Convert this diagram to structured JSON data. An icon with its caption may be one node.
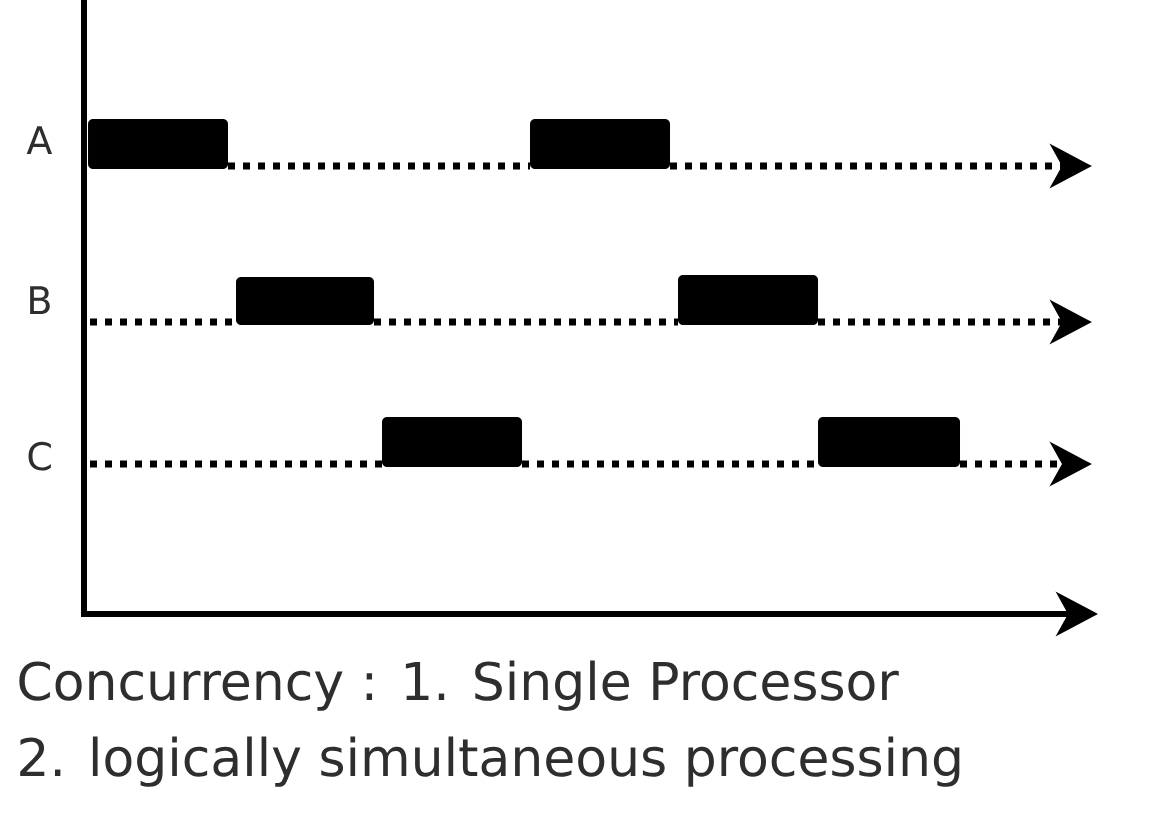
{
  "diagram": {
    "nodes": [
      {
        "text": [],
        "shape": "bar"
      },
      {
        "text": [],
        "shape": "bar"
      },
      {
        "text": [],
        "shape": "bar"
      },
      {
        "text": [],
        "shape": "bar"
      },
      {
        "text": [],
        "shape": "bar"
      },
      {
        "text": [],
        "shape": "bar"
      }
    ],
    "edges": [
      {
        "from": 0,
        "to": 1,
        "arrow": "none",
        "style": "dashed"
      },
      {
        "from": 1,
        "to": null,
        "arrow": "to",
        "style": "dashed"
      },
      {
        "from": null,
        "to": 2,
        "arrow": "none",
        "style": "dashed"
      },
      {
        "from": 2,
        "to": 3,
        "arrow": "none",
        "style": "dashed"
      },
      {
        "from": 3,
        "to": null,
        "arrow": "to",
        "style": "dashed"
      },
      {
        "from": null,
        "to": 4,
        "arrow": "none",
        "style": "dashed"
      },
      {
        "from": 4,
        "to": 5,
        "arrow": "none",
        "style": "dashed"
      },
      {
        "from": 5,
        "to": null,
        "arrow": "to",
        "style": "dashed"
      }
    ],
    "labels": [
      "A",
      "B",
      "C",
      "Concurrency : 1. Single Processor",
      "2. logically simultaneous processing"
    ]
  }
}
